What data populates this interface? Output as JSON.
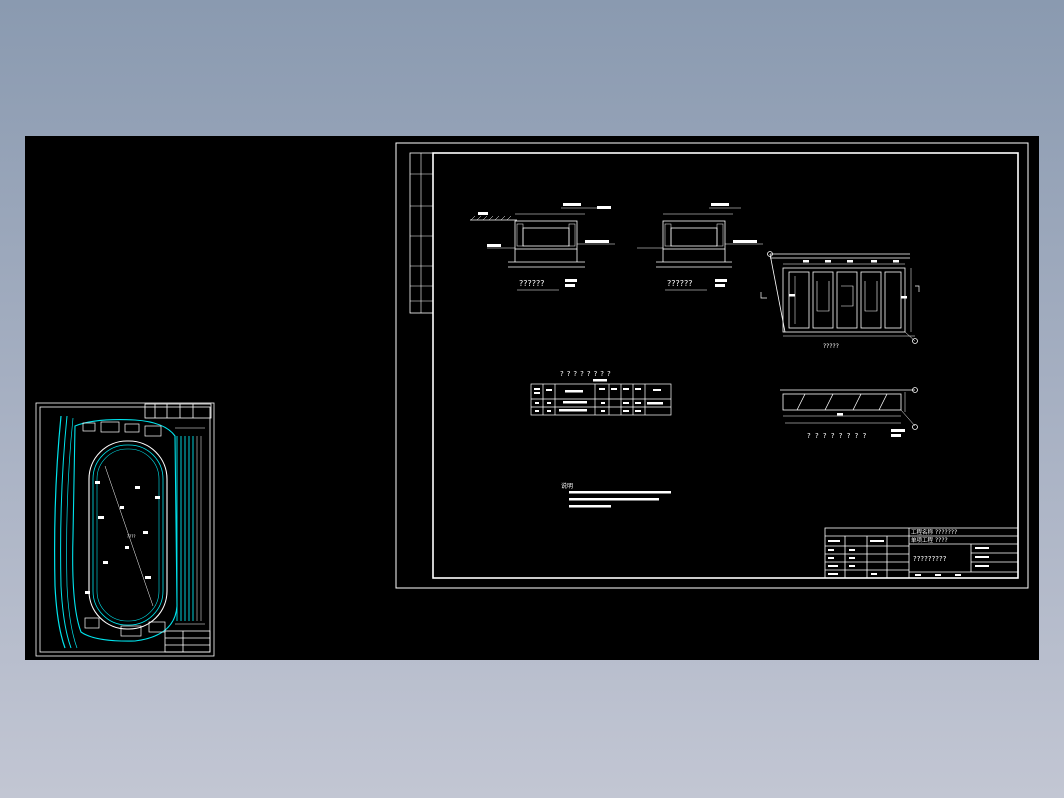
{
  "colors": {
    "background_top": "#8a9ab0",
    "background_bottom": "#c2c6d3",
    "canvas": "#000000",
    "line": "#ffffff",
    "accent": "#00e5ee"
  },
  "sheet": {
    "section_labels": [
      "??????",
      "??????"
    ],
    "plan_label": "?????",
    "table_title": "????????",
    "notes_heading": "说明",
    "elevation_label": "? ? ? ? ? ? ? ?",
    "title_block": {
      "project_label": "工程名称",
      "project_value": "???????",
      "drawing_label": "单项工程",
      "drawing_value": "????",
      "main_title": "?????????"
    }
  },
  "site_plan": {
    "label": "????"
  }
}
